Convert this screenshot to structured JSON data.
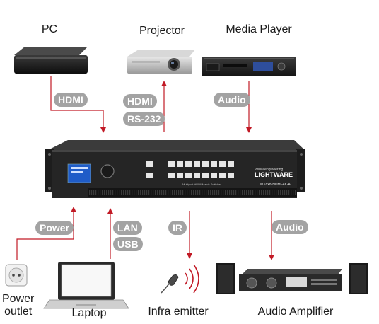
{
  "colors": {
    "arrow": "#c21a26",
    "pill": "#a3a3a3",
    "device": "#2a2a2a"
  },
  "devices": {
    "pc": "PC",
    "projector": "Projector",
    "media_player": "Media Player",
    "power_outlet": "Power\noutlet",
    "laptop": "Laptop",
    "infra_emitter": "Infra emitter",
    "audio_amplifier": "Audio Amplifier"
  },
  "connections": {
    "pc_hdmi": "HDMI",
    "projector_hdmi": "HDMI",
    "projector_rs232": "RS-232",
    "media_player_audio": "Audio",
    "power": "Power",
    "lan": "LAN",
    "usb": "USB",
    "ir": "IR",
    "amplifier_audio": "Audio"
  },
  "matrix": {
    "brand": "LIGHTWARE",
    "brand_tagline": "visual engineering",
    "model": "MX8x8-HDMI-4K-A",
    "subtitle": "Multiport HDMI Matrix Switcher"
  },
  "icons": {
    "pc": "pc-box-icon",
    "projector": "projector-icon",
    "media_player": "rack-media-player-icon",
    "matrix": "matrix-switcher-icon",
    "power_outlet": "power-outlet-icon",
    "laptop": "laptop-icon",
    "infra_emitter": "ir-emitter-icon",
    "audio_amplifier": "audio-amplifier-icon"
  }
}
